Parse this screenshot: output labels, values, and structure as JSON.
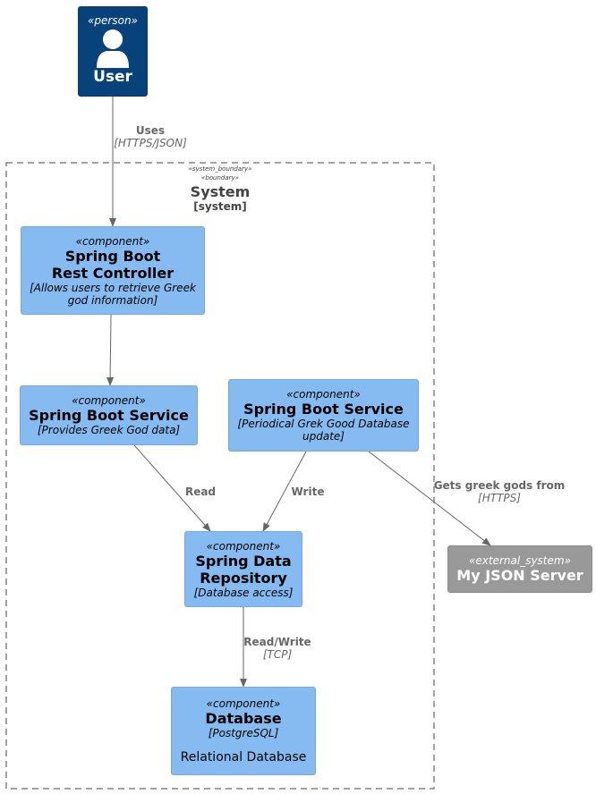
{
  "person": {
    "stereotype": "«person»",
    "name": "User"
  },
  "boundary": {
    "stereotype1": "«system_boundary»",
    "stereotype2": "«boundary»",
    "name": "System",
    "kind": "[system]"
  },
  "components": {
    "rest_controller": {
      "stereotype": "«component»",
      "name": "Spring Boot Rest Controller",
      "description": "[Allows users to retrieve Greek god information]"
    },
    "service_provide": {
      "stereotype": "«component»",
      "name": "Spring Boot Service",
      "description": "[Provides Greek God data]"
    },
    "service_periodic": {
      "stereotype": "«component»",
      "name": "Spring Boot Service",
      "description": "[Periodical Grek Good Database update]"
    },
    "repository": {
      "stereotype": "«component»",
      "name": "Spring Data Repository",
      "description": "[Database access]"
    },
    "database": {
      "stereotype": "«component»",
      "name": "Database",
      "description": "[PostgreSQL]",
      "extra": "Relational Database"
    }
  },
  "external": {
    "stereotype": "«external_system»",
    "name": "My JSON Server"
  },
  "relations": {
    "uses": {
      "label": "Uses",
      "protocol": "[HTTPS/JSON]"
    },
    "read": {
      "label": "Read"
    },
    "write": {
      "label": "Write"
    },
    "gets": {
      "label": "Gets greek gods from",
      "protocol": "[HTTPS]"
    },
    "readwrite": {
      "label": "Read/Write",
      "protocol": "[TCP]"
    }
  },
  "colors": {
    "component": "#85bbf0",
    "person": "#08427b",
    "external": "#999999",
    "arrow": "#666666",
    "boundary": "#444444"
  }
}
